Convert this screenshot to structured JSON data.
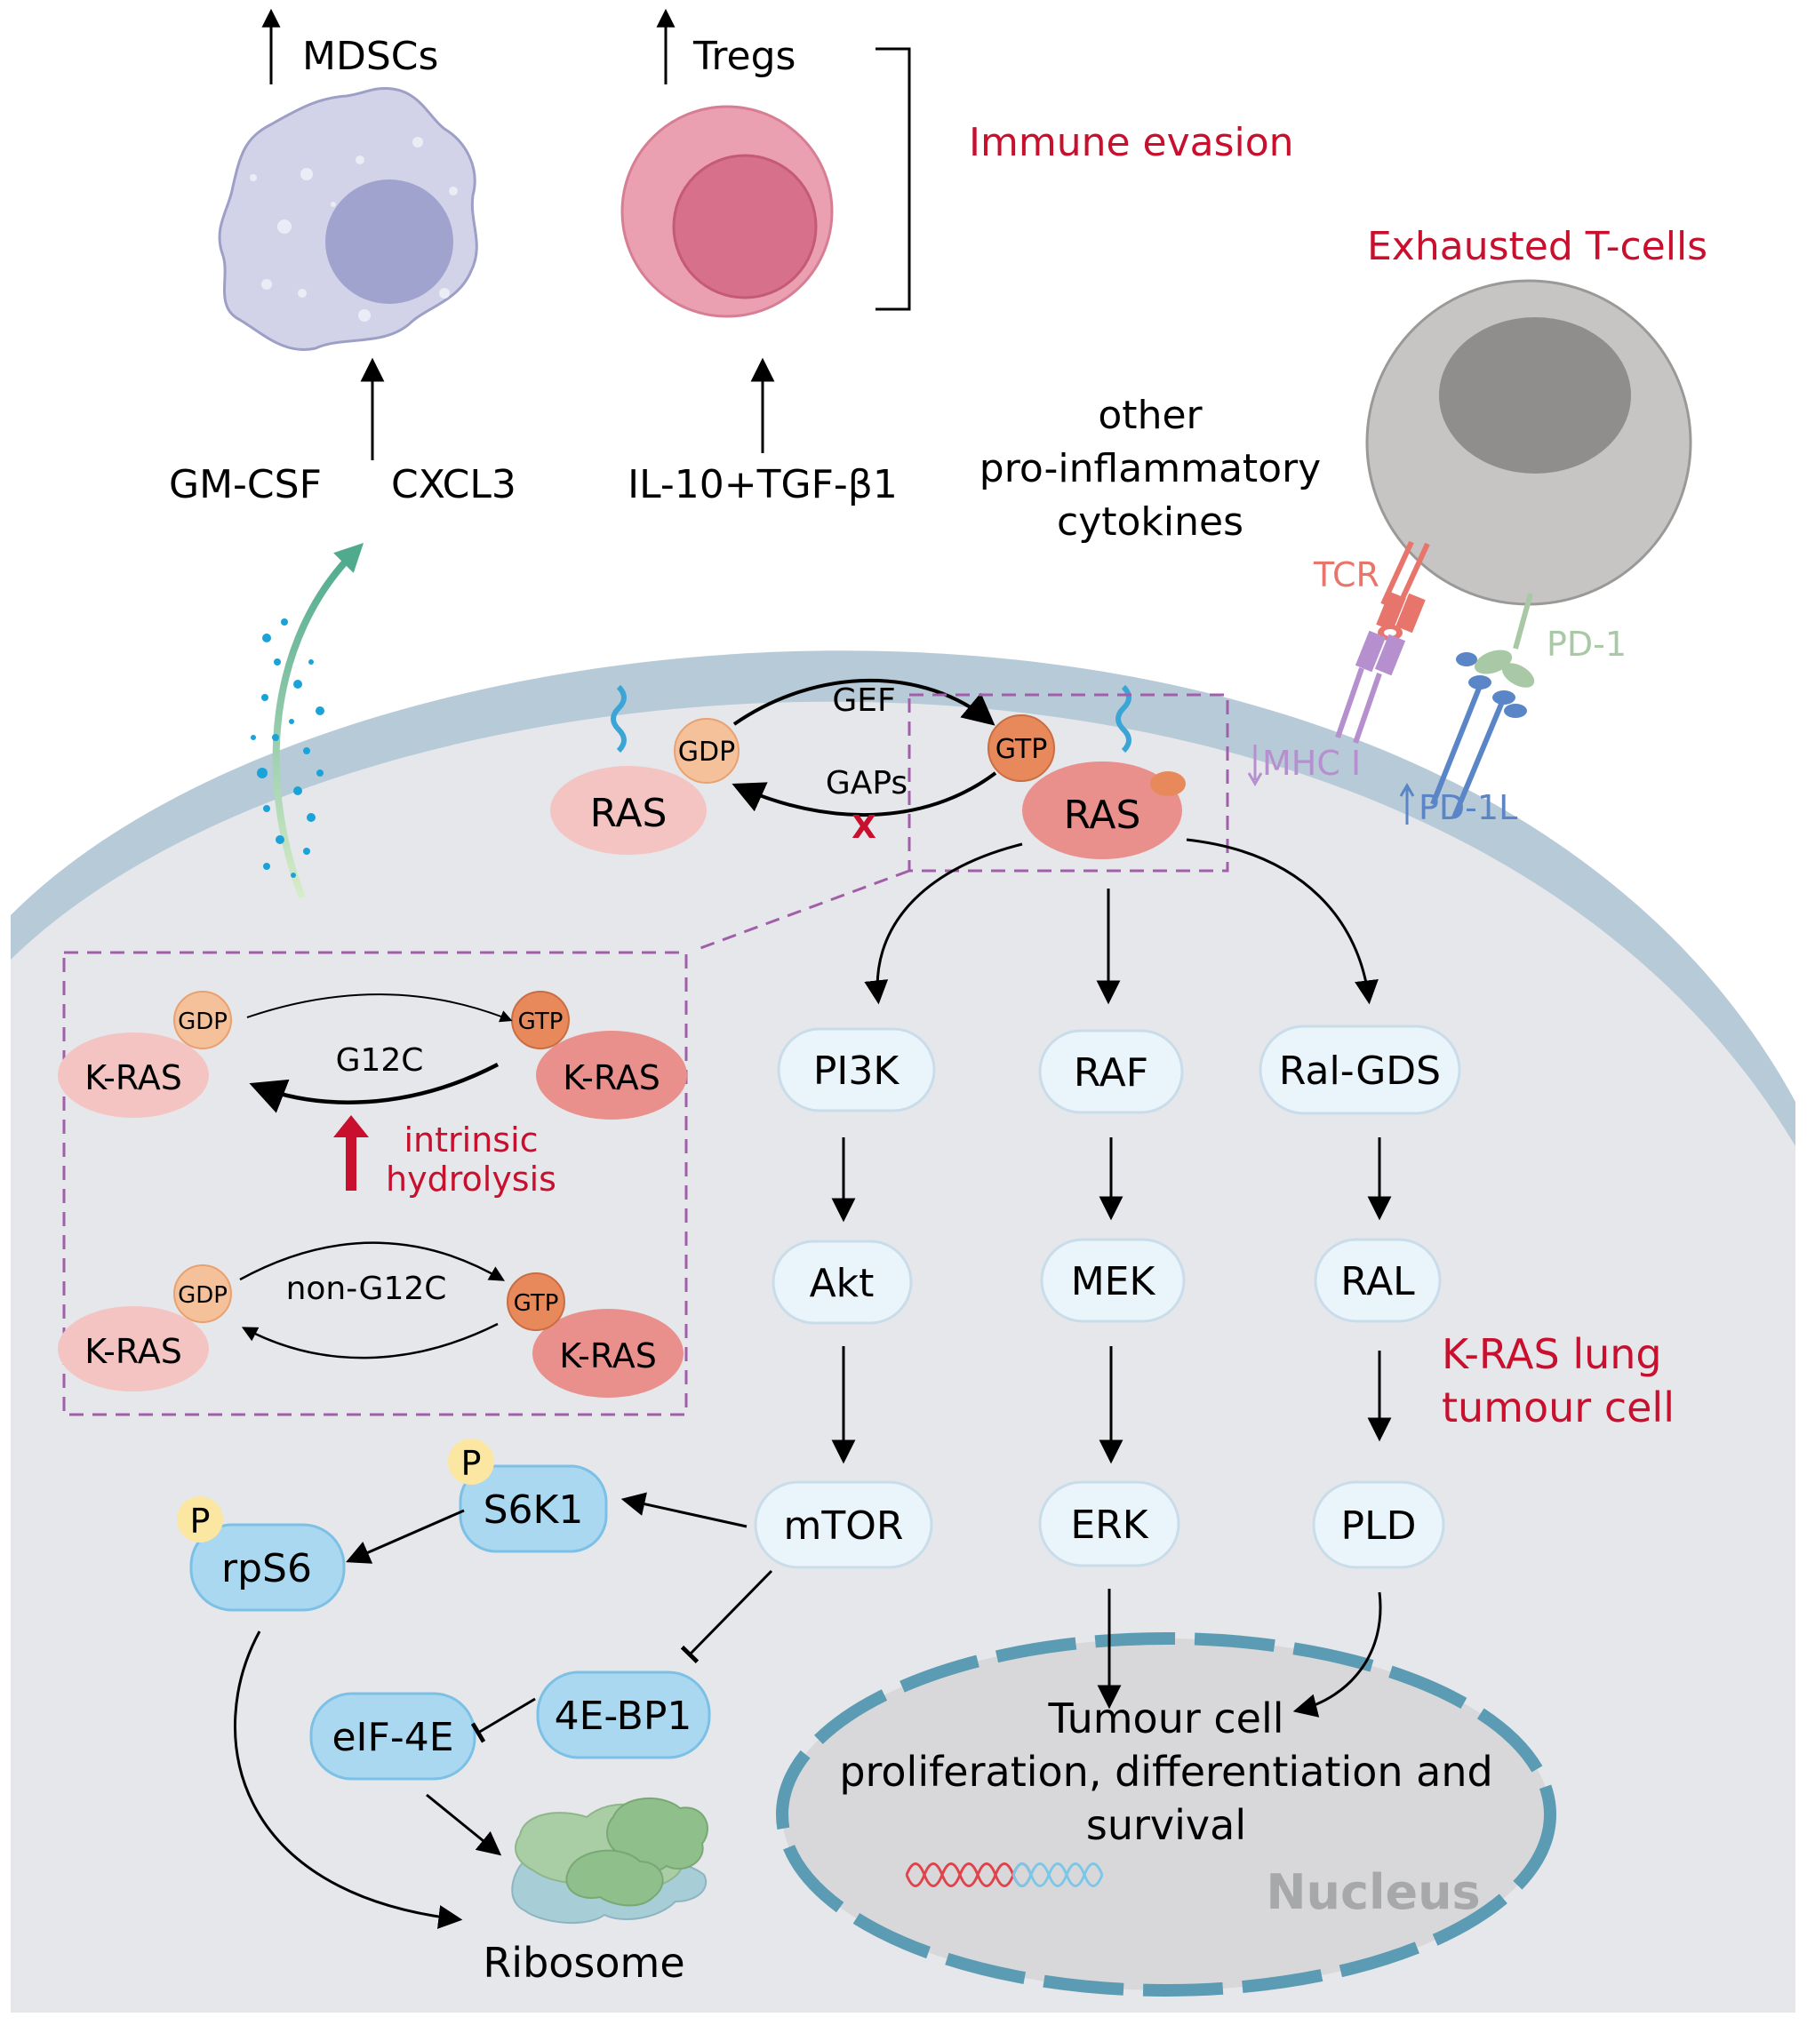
{
  "immune": {
    "mdscs": "MDSCs",
    "tregs": "Tregs",
    "immune_evasion": "Immune evasion",
    "exhausted": "Exhausted T-cells",
    "gmcsf": "GM-CSF",
    "cxcl3": "CXCL3",
    "il10": "IL-10+TGF-β1",
    "other_line1": "other",
    "other_line2": "pro-inflammatory",
    "other_line3": "cytokines"
  },
  "receptors": {
    "tcr": "TCR",
    "pd1": "PD-1",
    "mhc": "MHC I",
    "pd1l": "PD-1L"
  },
  "ras_cycle": {
    "ras_inactive": "RAS",
    "ras_active": "RAS",
    "gdp": "GDP",
    "gtp": "GTP",
    "gef": "GEF",
    "gaps": "GAPs",
    "blocked_mark": "X"
  },
  "inset": {
    "g12c": "G12C",
    "non_g12c": "non-G12C",
    "kras": "K-RAS",
    "gdp": "GDP",
    "gtp": "GTP",
    "intrinsic_line1": "intrinsic",
    "intrinsic_line2": "hydrolysis"
  },
  "pathways": {
    "pi3k": "PI3K",
    "akt": "Akt",
    "mtor": "mTOR",
    "raf": "RAF",
    "mek": "MEK",
    "erk": "ERK",
    "ralgds": "Ral-GDS",
    "ral": "RAL",
    "pld": "PLD"
  },
  "translation": {
    "s6k1": "S6K1",
    "rps6": "rpS6",
    "ebp1": "4E-BP1",
    "eif4e": "eIF-4E",
    "phospho": "P",
    "ribosome": "Ribosome"
  },
  "cell": {
    "label_line1": "K-RAS lung",
    "label_line2": "tumour cell",
    "outcome_line1": "Tumour cell",
    "outcome_line2": "proliferation, differentiation and",
    "outcome_line3": "survival",
    "nucleus": "Nucleus"
  },
  "colors": {
    "red_text": "#c8102e",
    "cell_fill": "#e6e7ea",
    "membrane": "#b7cad8",
    "node_fill": "#eaf4fb",
    "node_stroke": "#c9dcea",
    "blue_node": "#aad8f0"
  }
}
